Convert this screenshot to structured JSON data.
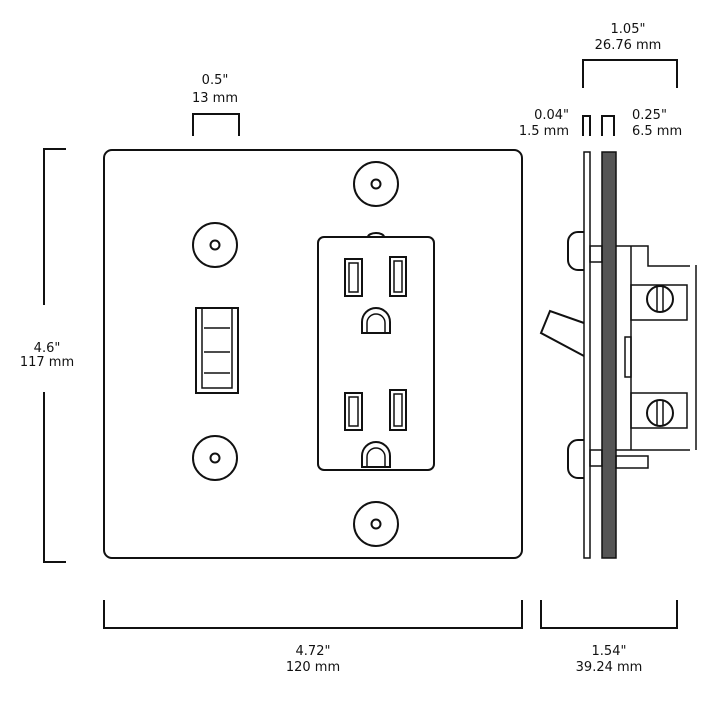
{
  "dimensions": {
    "toggle_width": {
      "inch": "0.5\"",
      "mm": "13 mm"
    },
    "height": {
      "inch": "4.6\"",
      "mm": "117 mm"
    },
    "width": {
      "inch": "4.72\"",
      "mm": "120 mm"
    },
    "depth": {
      "inch": "1.54\"",
      "mm": "39.24 mm"
    },
    "box_depth": {
      "inch": "1.05\"",
      "mm": "26.76 mm"
    },
    "plate_thickness": {
      "inch": "0.04\"",
      "mm": "1.5 mm"
    },
    "backplate_thickness": {
      "inch": "0.25\"",
      "mm": "6.5 mm"
    }
  },
  "colors": {
    "line": "#111111",
    "backplate": "#555555"
  }
}
